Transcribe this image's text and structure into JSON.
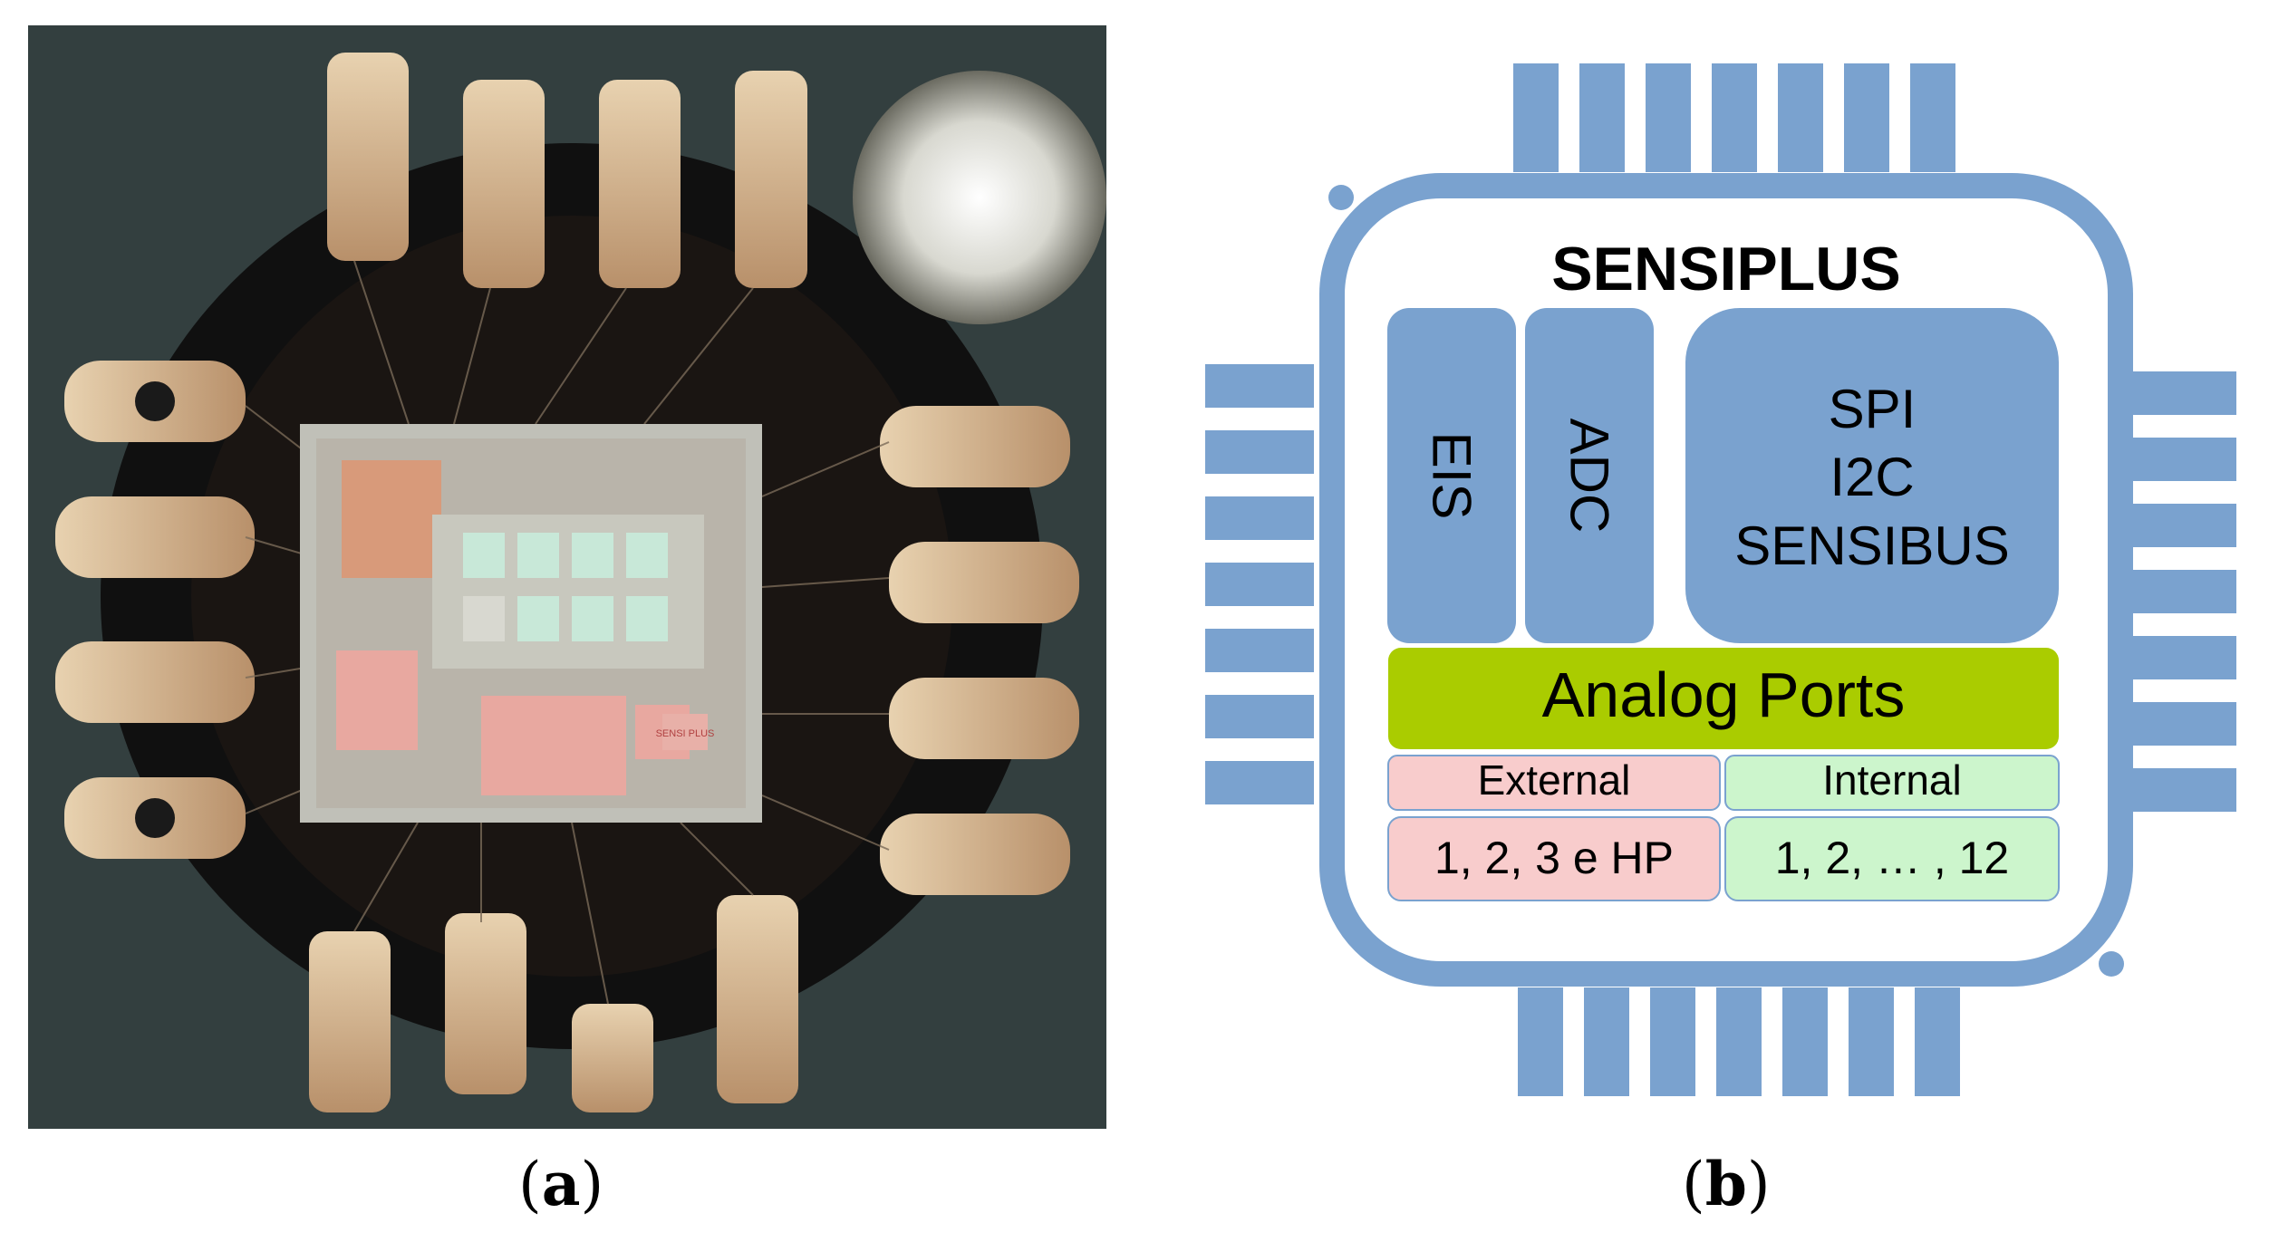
{
  "captions": {
    "a_open": "(",
    "a_letter": "a",
    "a_close": ")",
    "b_open": "(",
    "b_letter": "b",
    "b_close": ")"
  },
  "photo": {
    "die_logo_text": "SENSI PLUS"
  },
  "diagram": {
    "title": "SENSIPLUS",
    "blocks": {
      "eis": "EIS",
      "adc": "ADC",
      "interfaces": [
        "SPI",
        "I2C",
        "SENSIBUS"
      ]
    },
    "analog_ports": "Analog Ports",
    "external": {
      "label": "External",
      "values": "1, 2, 3 e HP"
    },
    "internal": {
      "label": "Internal",
      "values": "1, 2, … , 12"
    },
    "colors": {
      "block": "#7aa2cf",
      "analog": "#aacc00",
      "external": "#f8cccc",
      "internal": "#ccf5cc",
      "outline": "#7aa2cf"
    }
  }
}
